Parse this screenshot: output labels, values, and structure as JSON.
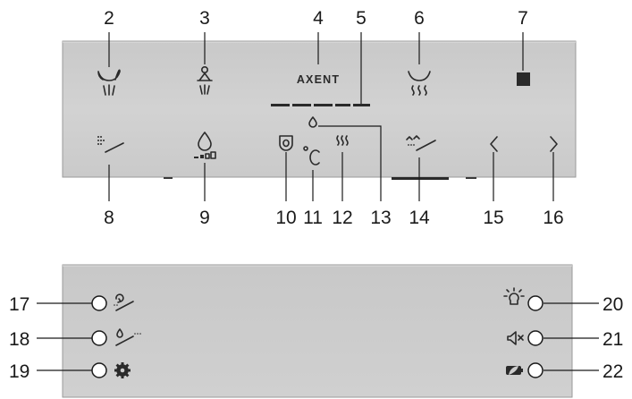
{
  "panel_top": {
    "brand": "AXENT",
    "callouts": [
      {
        "id": "2",
        "icon": "rear-wash-icon"
      },
      {
        "id": "3",
        "icon": "front-wash-icon"
      },
      {
        "id": "4",
        "icon": "brand-logo"
      },
      {
        "id": "5",
        "icon": "level-indicator-bar"
      },
      {
        "id": "6",
        "icon": "dryer-icon"
      },
      {
        "id": "7",
        "icon": "stop-icon"
      },
      {
        "id": "8",
        "icon": "nozzle-position-icon"
      },
      {
        "id": "9",
        "icon": "water-pressure-icon"
      },
      {
        "id": "10",
        "icon": "seat-temperature-icon"
      },
      {
        "id": "11",
        "icon": "celsius-icon"
      },
      {
        "id": "12",
        "icon": "heat-icon"
      },
      {
        "id": "13",
        "icon": "water-droplet-icon"
      },
      {
        "id": "14",
        "icon": "nozzle-oscillation-icon"
      },
      {
        "id": "15",
        "icon": "chevron-left-icon"
      },
      {
        "id": "16",
        "icon": "chevron-right-icon"
      }
    ]
  },
  "panel_bottom": {
    "callouts": [
      {
        "id": "17",
        "icon": "nozzle-self-clean-icon"
      },
      {
        "id": "18",
        "icon": "nozzle-water-clean-icon"
      },
      {
        "id": "19",
        "icon": "settings-gear-icon"
      },
      {
        "id": "20",
        "icon": "night-light-icon"
      },
      {
        "id": "21",
        "icon": "mute-icon"
      },
      {
        "id": "22",
        "icon": "energy-saving-icon"
      }
    ]
  },
  "colors": {
    "panel": "#cfcfcf",
    "panel_edge": "#9c9c9c",
    "icon": "#2a2a2a",
    "leader": "#1a1a1a"
  }
}
